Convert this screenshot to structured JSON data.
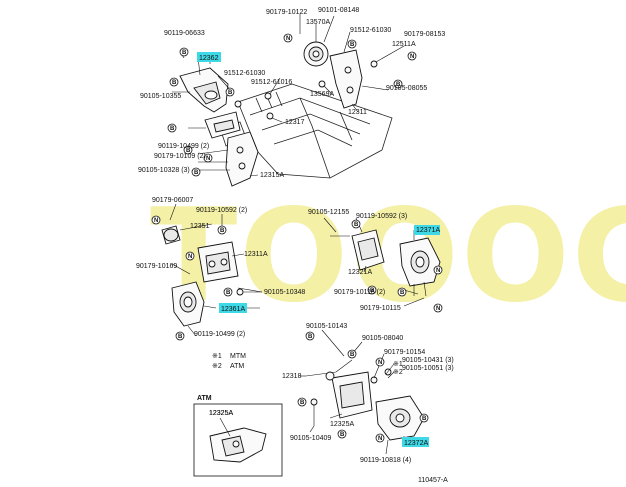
{
  "watermark": "TOOOG",
  "figure_number": "110457-A",
  "callouts": [
    {
      "id": "c1",
      "text": "90179-10122"
    },
    {
      "id": "c2",
      "text": "13570A"
    },
    {
      "id": "c3",
      "text": "90101-08148"
    },
    {
      "id": "c4",
      "text": "91512-61030"
    },
    {
      "id": "c5",
      "text": "90179-08153"
    },
    {
      "id": "c6",
      "text": "12511A"
    },
    {
      "id": "c7",
      "text": "90119-06633"
    },
    {
      "id": "c8",
      "text": "12362",
      "highlight": true
    },
    {
      "id": "c9",
      "text": "91512-61030"
    },
    {
      "id": "c10",
      "text": "91512-61016"
    },
    {
      "id": "c11",
      "text": "13569A"
    },
    {
      "id": "c12",
      "text": "90105-08055"
    },
    {
      "id": "c13",
      "text": "90105-10355"
    },
    {
      "id": "c14",
      "text": "12311"
    },
    {
      "id": "c15",
      "text": "12317"
    },
    {
      "id": "c16",
      "text": "90119-10499 (2)"
    },
    {
      "id": "c17",
      "text": "90179-10109 (2)"
    },
    {
      "id": "c18",
      "text": "90105-10328 (3)"
    },
    {
      "id": "c19",
      "text": "12315A"
    },
    {
      "id": "c20",
      "text": "90179-06007"
    },
    {
      "id": "c21",
      "text": "90119-10592 (2)"
    },
    {
      "id": "c22",
      "text": "12351"
    },
    {
      "id": "c23",
      "text": "90105-12155"
    },
    {
      "id": "c24",
      "text": "90119-10592 (3)"
    },
    {
      "id": "c25",
      "text": "12371A",
      "highlight": true
    },
    {
      "id": "c26",
      "text": "12311A"
    },
    {
      "id": "c27",
      "text": "90179-10169"
    },
    {
      "id": "c28",
      "text": "12321A"
    },
    {
      "id": "c29",
      "text": "90105-10348"
    },
    {
      "id": "c30",
      "text": "90179-10116 (2)"
    },
    {
      "id": "c31",
      "text": "90179-10115"
    },
    {
      "id": "c32",
      "text": "12361A",
      "highlight": true
    },
    {
      "id": "c33",
      "text": "90119-10499 (2)"
    },
    {
      "id": "c34",
      "text": "90105-10143"
    },
    {
      "id": "c35",
      "text": "90105-08040"
    },
    {
      "id": "c36",
      "text": "90179-10154"
    },
    {
      "id": "c37",
      "text": "90105-10431 (3)"
    },
    {
      "id": "c38",
      "text": "90105-10051 (3)"
    },
    {
      "id": "c39",
      "text": "12318"
    },
    {
      "id": "c40",
      "text": "12325A"
    },
    {
      "id": "c41",
      "text": "90105-10409"
    },
    {
      "id": "c42",
      "text": "12325A"
    },
    {
      "id": "c43",
      "text": "12372A",
      "highlight": true
    },
    {
      "id": "c44",
      "text": "90119-10818 (4)"
    }
  ],
  "legend": {
    "row1_mark": "※1",
    "row1_text": "MTM",
    "row2_mark": "※2",
    "row2_text": "ATM"
  },
  "inset_box": {
    "title": "ATM",
    "part_label": "12325A"
  },
  "marker_letters": {
    "b": "B",
    "n": "N",
    "m1": "※1",
    "m2": "※2"
  }
}
